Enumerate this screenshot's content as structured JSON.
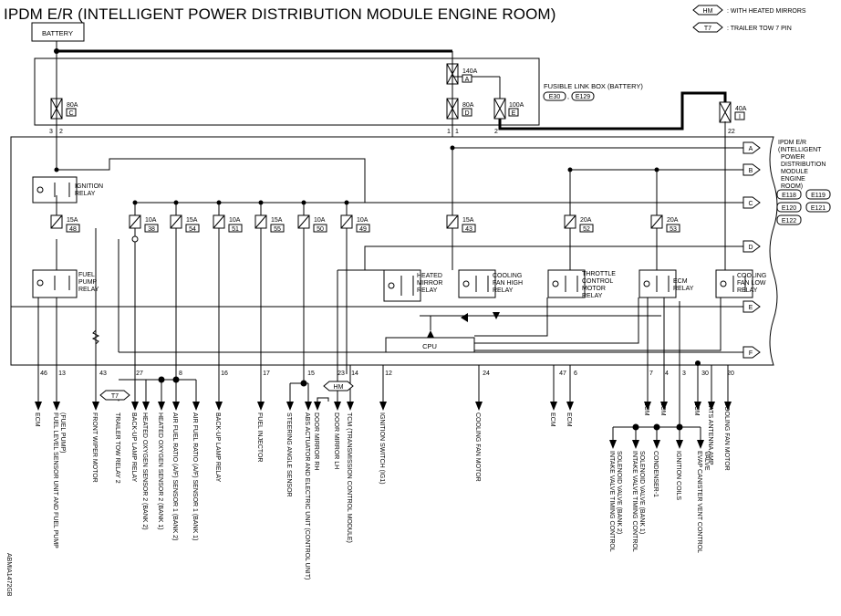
{
  "title": "IPDM E/R (INTELLIGENT POWER DISTRIBUTION MODULE ENGINE ROOM)",
  "battery_label": "BATTERY",
  "legend": [
    {
      "code": "HM",
      "text": ": WITH HEATED MIRRORS"
    },
    {
      "code": "T7",
      "text": ": TRAILER TOW 7 PIN"
    }
  ],
  "fusible_link_box": {
    "label": "FUSIBLE LINK BOX (BATTERY)",
    "connectors": [
      "E30",
      "E129"
    ],
    "separator": ","
  },
  "fusible_links": [
    {
      "amp": "80A",
      "id": "C"
    },
    {
      "amp": "140A",
      "id": "A"
    },
    {
      "amp": "80A",
      "id": "D"
    },
    {
      "amp": "100A",
      "id": "E"
    },
    {
      "amp": "40A",
      "id": "I"
    }
  ],
  "ipdm_label": [
    "IPDM E/R",
    "(INTELLIGENT",
    "POWER",
    "DISTRIBUTION",
    "MODULE",
    "ENGINE",
    "ROOM)"
  ],
  "ipdm_connectors": [
    "E118",
    "E119",
    "E120",
    "E121",
    "E122"
  ],
  "top_pins": [
    "3",
    "2",
    "1",
    "1",
    "2",
    "22"
  ],
  "fuses": [
    {
      "amp": "15A",
      "num": "48"
    },
    {
      "amp": "10A",
      "num": "38"
    },
    {
      "amp": "15A",
      "num": "54"
    },
    {
      "amp": "10A",
      "num": "51"
    },
    {
      "amp": "15A",
      "num": "55"
    },
    {
      "amp": "10A",
      "num": "50"
    },
    {
      "amp": "10A",
      "num": "49"
    },
    {
      "amp": "15A",
      "num": "43"
    },
    {
      "amp": "20A",
      "num": "52"
    },
    {
      "amp": "20A",
      "num": "53"
    }
  ],
  "relays": {
    "ignition": [
      "IGNITION",
      "RELAY"
    ],
    "fuel_pump": [
      "FUEL",
      "PUMP",
      "RELAY"
    ],
    "heated_mirror": [
      "HEATED",
      "MIRROR",
      "RELAY"
    ],
    "cooling_fan_high": [
      "COOLING",
      "FAN HIGH",
      "RELAY"
    ],
    "throttle_control": [
      "THROTTLE",
      "CONTROL",
      "MOTOR",
      "RELAY"
    ],
    "ecm": [
      "ECM",
      "RELAY"
    ],
    "cooling_fan_low": [
      "COOLING",
      "FAN LOW",
      "RELAY"
    ]
  },
  "cpu_label": "CPU",
  "flags": [
    "A",
    "B",
    "C",
    "D",
    "E",
    "F"
  ],
  "bottom_pins": [
    "46",
    "13",
    "43",
    "27",
    "8",
    "16",
    "17",
    "15",
    "23",
    "14",
    "12",
    "24",
    "47",
    "6",
    "7",
    "4",
    "3",
    "30",
    "20"
  ],
  "loads": {
    "ecm_46": "ECM",
    "fuel_level": [
      "FUEL LEVEL SENSOR UNIT AND FUEL PUMP",
      "(FUEL PUMP)"
    ],
    "front_wiper": "FRONT WIPER MOTOR",
    "trailer_tow": "TRAILER TOW RELAY 2",
    "backup_lamp_relay": "BACK-UP LAMP RELAY",
    "ho2s_b2": "HEATED OXYGEN SENSOR 2 (BANK 2)",
    "ho2s_b1": "HEATED OXYGEN SENSOR 2 (BANK 1)",
    "af_b2": "AIR FUEL RATIO (A/F) SENSOR 1 (BANK 2)",
    "af_b1": "AIR FUEL RATIO (A/F) SENSOR 1 (BANK 1)",
    "backup_lamp_relay_16": "BACK-UP LAMP RELAY",
    "fuel_injector": "FUEL INJECTOR",
    "steering_angle": "STEERING ANGLE SENSOR",
    "abs": "ABS ACTUATOR AND ELECTRIC UNIT (CONTROL UNIT)",
    "mirror_rh": "DOOR MIRROR RH",
    "mirror_lh": "DOOR MIRROR LH",
    "tcm": "TCM (TRANSMISSION CONTROL MODULE)",
    "ignition_switch": "IGNITION SWITCH (IG1)",
    "cooling_fan_motor_24": "COOLING FAN MOTOR",
    "ecm_47": "ECM",
    "ecm_6": "ECM",
    "ecm_7": "ECM",
    "ecm_4": "ECM",
    "ecm_30": "ECM",
    "nats": "NATS ANTENNA AMP",
    "cooling_fan_motor_20": "COOLING FAN MOTOR",
    "ivt_b2": [
      "INTAKE VALVE TIMING CONTROL",
      "SOLENOID VALVE (BANK 2)"
    ],
    "ivt_b1": [
      "INTAKE VALVE TIMING CONTROL",
      "SOLENOID VALVE (BANK 1)"
    ],
    "condenser": "CONDENSER-1",
    "ignition_coils": "IGNITION COILS",
    "evap": [
      "EVAP CANISTER VENT CONTROL",
      "VALVE"
    ]
  },
  "ref_code": "ABMIA1472GB"
}
